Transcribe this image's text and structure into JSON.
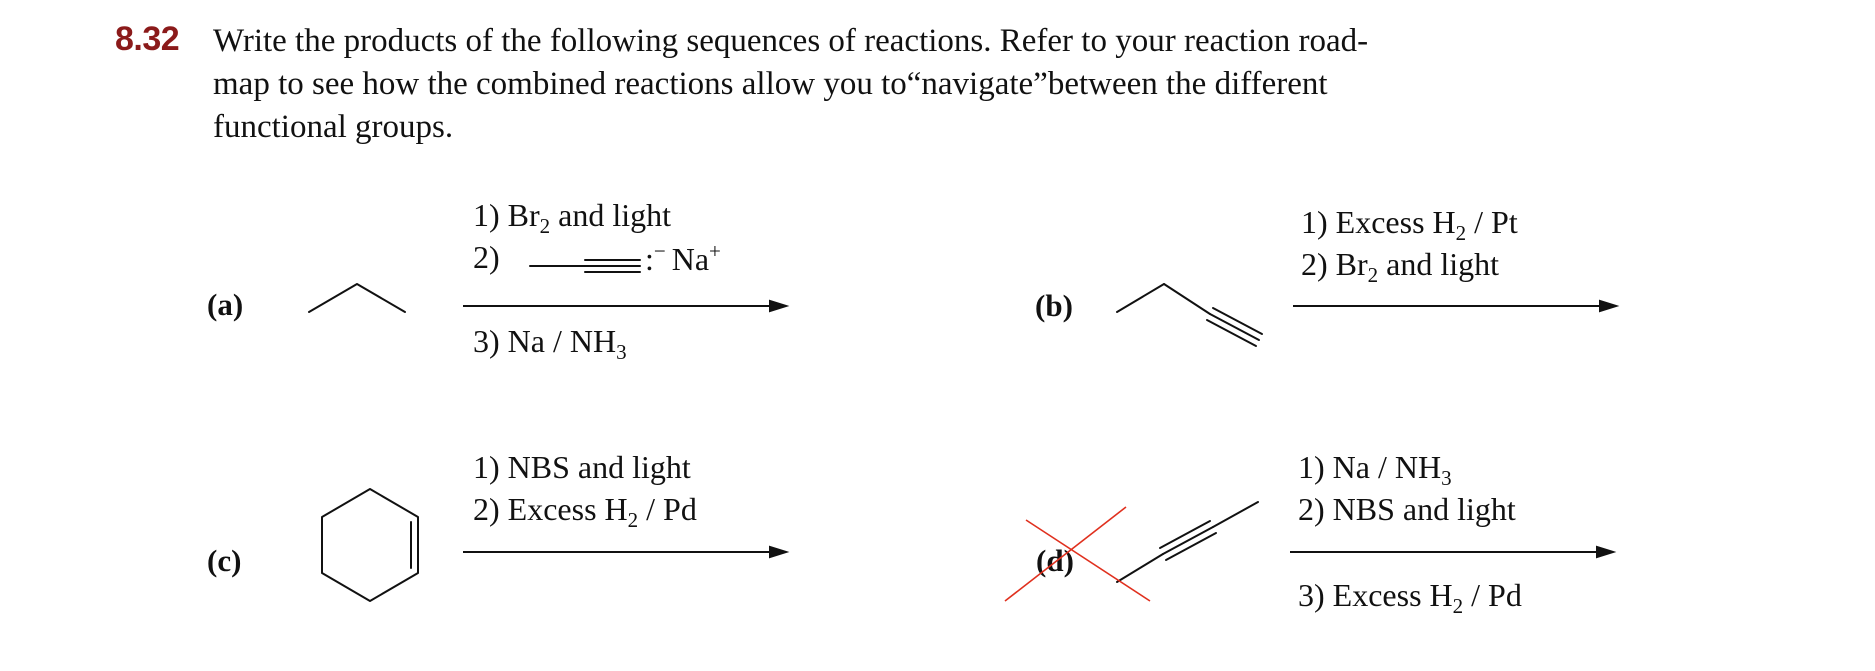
{
  "problem": {
    "number": "8.32",
    "lines": [
      "Write the products of the following sequences of reactions. Refer to your reaction road-",
      "map to see how the combined reactions allow you to“navigate”between the different",
      "functional groups."
    ]
  },
  "parts": {
    "a": {
      "label": "(a)",
      "step1": {
        "prefix": "1) Br",
        "sub": "2",
        "suffix": " and light"
      },
      "step2": {
        "prefix": "2)",
        "anion": ":",
        "charge": "−",
        "cation": "Na",
        "cation_charge": "+"
      },
      "step3": {
        "prefix": "3) Na / NH",
        "sub": "3",
        "suffix": ""
      }
    },
    "b": {
      "label": "(b)",
      "step1": {
        "prefix": "1) Excess H",
        "sub": "2",
        "suffix": " / Pt"
      },
      "step2": {
        "prefix": "2) Br",
        "sub": "2",
        "suffix": " and light"
      }
    },
    "c": {
      "label": "(c)",
      "step1": {
        "text": "1) NBS and light"
      },
      "step2": {
        "prefix": "2) Excess H",
        "sub": "2",
        "suffix": " / Pd"
      }
    },
    "d": {
      "label": "(d)",
      "step1": {
        "prefix": "1) Na / NH",
        "sub": "3",
        "suffix": ""
      },
      "step2": {
        "text": "2) NBS and light"
      },
      "step3": {
        "prefix": "3) Excess H",
        "sub": "2",
        "suffix": " / Pd"
      }
    }
  },
  "colors": {
    "problem_number": "#8b1a1a",
    "strike_mark": "#e0301e",
    "ink": "#111111"
  }
}
